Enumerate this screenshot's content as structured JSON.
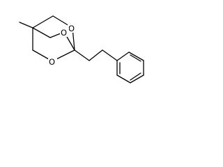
{
  "molecule": {
    "atoms": {
      "O1": "O",
      "O2": "O",
      "O3": "O"
    }
  },
  "colors": {
    "background": "#ffffff",
    "bond": "#000000",
    "text": "#000000"
  }
}
